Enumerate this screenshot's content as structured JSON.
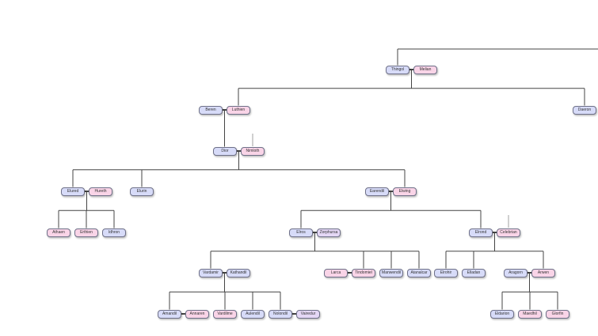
{
  "colors": {
    "male": "#d7dbf8",
    "female": "#f9d4e7",
    "other": "#e4d7f5",
    "line": "#444444"
  },
  "people": [
    {
      "id": "thingol",
      "name": "Thingol",
      "kind": "m"
    },
    {
      "id": "melian",
      "name": "Melian",
      "kind": "f"
    },
    {
      "id": "beren",
      "name": "Beren",
      "kind": "m"
    },
    {
      "id": "luthien",
      "name": "Luthien",
      "kind": "f"
    },
    {
      "id": "daeron",
      "name": "Daeron",
      "kind": "m"
    },
    {
      "id": "dior",
      "name": "Dior",
      "kind": "m"
    },
    {
      "id": "nimloth",
      "name": "Nimloth",
      "kind": "f"
    },
    {
      "id": "elured",
      "name": "Elured",
      "kind": "m"
    },
    {
      "id": "hureth",
      "name": "Hureth",
      "kind": "f"
    },
    {
      "id": "elurin",
      "name": "Elurin",
      "kind": "m"
    },
    {
      "id": "earendil",
      "name": "Earendil",
      "kind": "m"
    },
    {
      "id": "elwing",
      "name": "Elwing",
      "kind": "f"
    },
    {
      "id": "athaen",
      "name": "Athaen",
      "kind": "f"
    },
    {
      "id": "erthien",
      "name": "Erthien",
      "kind": "f"
    },
    {
      "id": "idhron",
      "name": "Idhron",
      "kind": "m"
    },
    {
      "id": "elros",
      "name": "Elros",
      "kind": "m"
    },
    {
      "id": "zorphursa",
      "name": "Zorphursa",
      "kind": "o"
    },
    {
      "id": "elrond",
      "name": "Elrond",
      "kind": "m"
    },
    {
      "id": "celebrian",
      "name": "Celebrian",
      "kind": "f"
    },
    {
      "id": "vardamir",
      "name": "Vardamir",
      "kind": "m"
    },
    {
      "id": "kathandil",
      "name": "Kathandil",
      "kind": "m"
    },
    {
      "id": "larca",
      "name": "Larca",
      "kind": "f"
    },
    {
      "id": "tindomiel",
      "name": "Tindomiel",
      "kind": "f"
    },
    {
      "id": "manwendil",
      "name": "Manwendil",
      "kind": "m"
    },
    {
      "id": "atanalcar",
      "name": "Atanalcar",
      "kind": "m"
    },
    {
      "id": "elrohir",
      "name": "Elrohir",
      "kind": "m"
    },
    {
      "id": "elladan",
      "name": "Elladan",
      "kind": "m"
    },
    {
      "id": "aragorn",
      "name": "Aragorn",
      "kind": "m"
    },
    {
      "id": "arwen",
      "name": "Arwen",
      "kind": "f"
    },
    {
      "id": "amandil",
      "name": "Amandil",
      "kind": "m"
    },
    {
      "id": "annaren",
      "name": "Annaren",
      "kind": "f"
    },
    {
      "id": "vardilme",
      "name": "Vardilme",
      "kind": "f"
    },
    {
      "id": "aulendil",
      "name": "Aulendil",
      "kind": "m"
    },
    {
      "id": "nolondil",
      "name": "Nolondil",
      "kind": "m"
    },
    {
      "id": "vairedur",
      "name": "Vairedur",
      "kind": "o"
    },
    {
      "id": "eldarion",
      "name": "Eldarion",
      "kind": "m"
    },
    {
      "id": "maedhil",
      "name": "Maedhil",
      "kind": "f"
    },
    {
      "id": "glorfin",
      "name": "Glorfin",
      "kind": "f"
    }
  ],
  "couples": [
    {
      "a": "thingol",
      "b": "melian",
      "children": [
        "luthien",
        "daeron"
      ]
    },
    {
      "a": "beren",
      "b": "luthien",
      "children": [
        "dior"
      ]
    },
    {
      "a": "dior",
      "b": "nimloth",
      "children": [
        "elured",
        "elurin",
        "elwing"
      ]
    },
    {
      "a": "elured",
      "b": "hureth",
      "children": [
        "athaen",
        "erthien",
        "idhron"
      ]
    },
    {
      "a": "earendil",
      "b": "elwing",
      "children": [
        "elros",
        "elrond"
      ]
    },
    {
      "a": "elros",
      "b": "zorphursa",
      "children": [
        "vardamir",
        "tindomiel",
        "manwendil",
        "atanalcar"
      ]
    },
    {
      "a": "elrond",
      "b": "celebrian",
      "children": [
        "elrohir",
        "elladan",
        "arwen"
      ]
    },
    {
      "a": "vardamir",
      "b": "kathandil",
      "children": [
        "amandil",
        "vardilme",
        "aulendil",
        "nolondil"
      ]
    },
    {
      "a": "larca",
      "b": "tindomiel",
      "children": []
    },
    {
      "a": "aragorn",
      "b": "arwen",
      "children": [
        "eldarion",
        "maedhil",
        "glorfin"
      ]
    },
    {
      "a": "amandil",
      "b": "annaren",
      "children": []
    },
    {
      "a": "nolondil",
      "b": "vairedur",
      "children": []
    }
  ],
  "unknown_parents": [
    "nimloth",
    "celebrian"
  ],
  "off_screen_parent": "thingol"
}
